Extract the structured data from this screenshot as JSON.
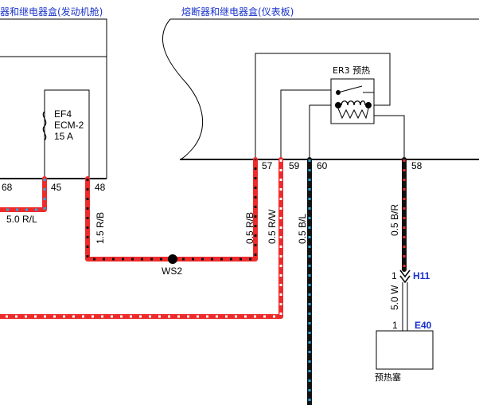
{
  "boxes": {
    "engine_fuse_box_title": "器和继电器盒(发动机舱)",
    "ip_fuse_box_title": "熔断器和继电器盒(仪表板)"
  },
  "fuse": {
    "name": "EF4",
    "circuit": "ECM-2",
    "rating": "15 A"
  },
  "relay": {
    "label": "ER3 预热"
  },
  "pins": {
    "p68": "68",
    "p45": "45",
    "p48": "48",
    "p57": "57",
    "p59": "59",
    "p60": "60",
    "p58": "58"
  },
  "wires": {
    "w_50_rl": "5.0 R/L",
    "w_15_rb": "1.5 R/B",
    "w_05_rb": "0.5 R/B",
    "w_05_rw": "0.5 R/W",
    "w_05_bl": "0.5 B/L",
    "w_05_br": "0.5 B/R",
    "w_50_w": "5.0 W"
  },
  "splice": {
    "label": "WS2"
  },
  "connectors": {
    "h11": "H11",
    "h11_pin": "1",
    "e40": "E40",
    "e40_pin": "1"
  },
  "component": {
    "glow_plug": "预热塞"
  },
  "colors": {
    "wire_red": "#ee2b2b",
    "wire_black": "#111111",
    "stripe_blue": "#2aa7e0",
    "stripe_white": "#ffffff",
    "label_blue": "#1a33cc"
  }
}
